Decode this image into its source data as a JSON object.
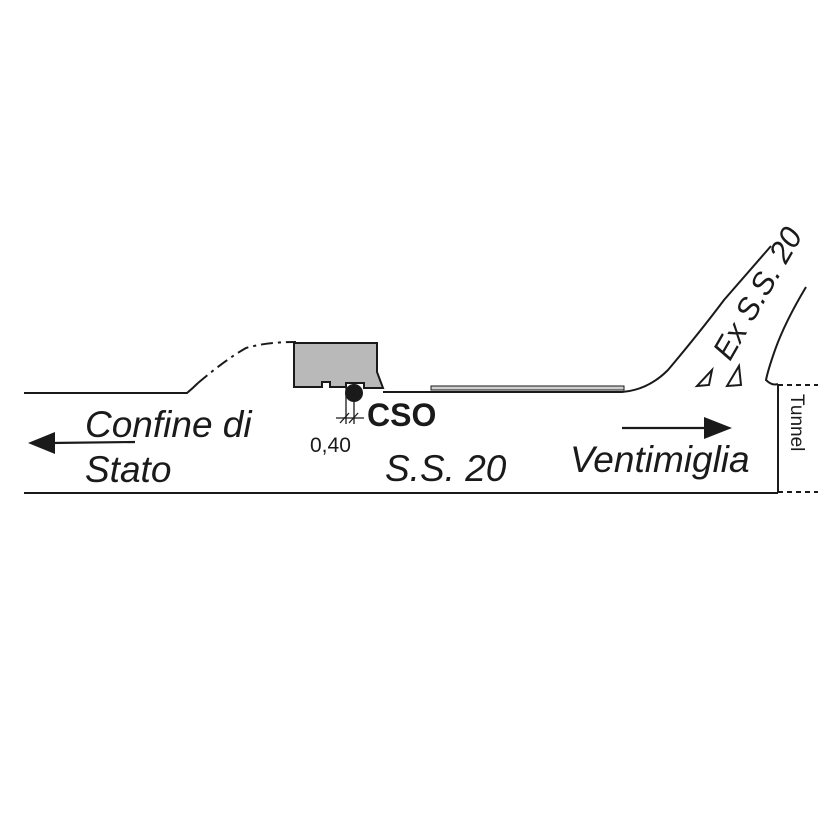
{
  "map": {
    "labels": {
      "destination_left": "Confine di Stato",
      "destination_left_line1": "Confine di",
      "destination_left_line2": "Stato",
      "road_main": "S.S. 20",
      "destination_right": "Ventimiglia",
      "road_branch": "Ex S.S. 20",
      "tunnel": "Tunnel",
      "station": "CSO",
      "distance": "0,40"
    },
    "colors": {
      "line": "#1a1a1a",
      "building_fill": "#b9b9b9",
      "background": "#ffffff"
    },
    "icons": {
      "station_marker": "filled-circle",
      "arrow_left": "arrow-left",
      "arrow_right": "arrow-right"
    }
  }
}
